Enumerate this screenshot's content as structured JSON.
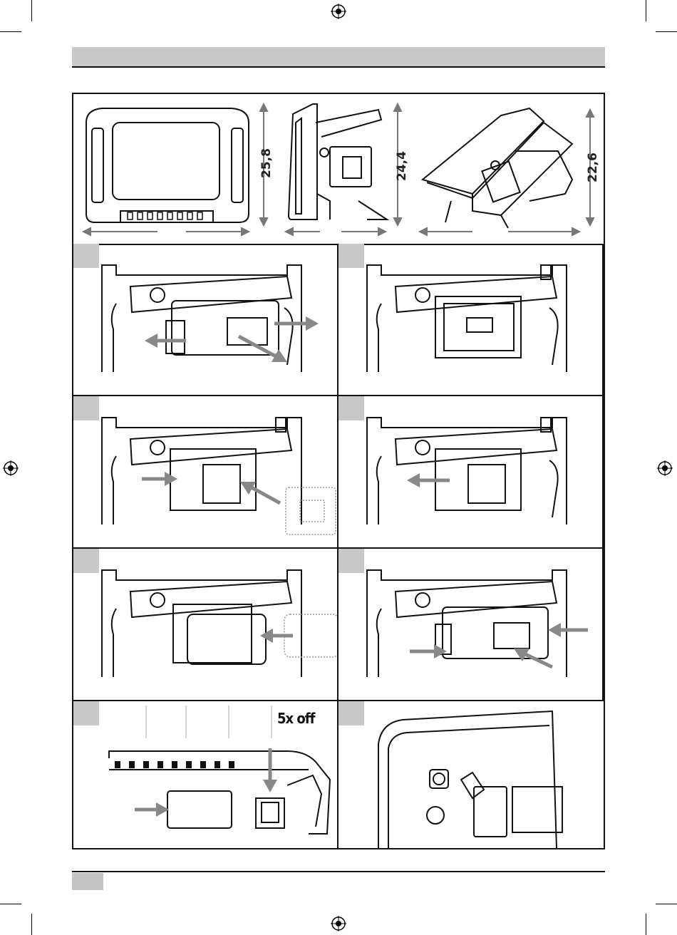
{
  "header": {
    "title": ""
  },
  "dimensions": {
    "front_height": "25,8",
    "side_height": "24,4",
    "angle_height": "22,6"
  },
  "steps": {
    "step7_label": "5x off"
  },
  "footer": {
    "page_number": ""
  },
  "colors": {
    "header_gray": "#c8c8c8",
    "arrow_gray": "#8a8a8a",
    "line": "#111111"
  }
}
